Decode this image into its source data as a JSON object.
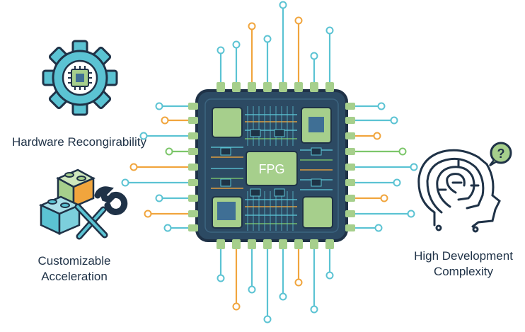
{
  "chip": {
    "label": "FPG"
  },
  "features": {
    "hardware": {
      "label": "Hardware Recongirability",
      "icon": "gear-chip-icon"
    },
    "acceleration": {
      "line1": "Customizable",
      "line2": "Acceleration",
      "icon": "blocks-wrench-icon"
    },
    "complexity": {
      "line1": "High Development",
      "line2": "Complexity",
      "icon": "maze-question-icon",
      "badge": "?"
    }
  },
  "colors": {
    "chip_body": "#2c4a63",
    "chip_border": "#253f57",
    "pin": "#a6cf8c",
    "trace_teal": "#5bc3d3",
    "trace_orange": "#f1a53d",
    "trace_green": "#7cc66a",
    "outline_dark": "#1f3247",
    "gear_fill": "#5bc3d3",
    "block_green": "#a6cf8c",
    "block_orange": "#f1a53d",
    "block_blue": "#5bc3d3"
  }
}
